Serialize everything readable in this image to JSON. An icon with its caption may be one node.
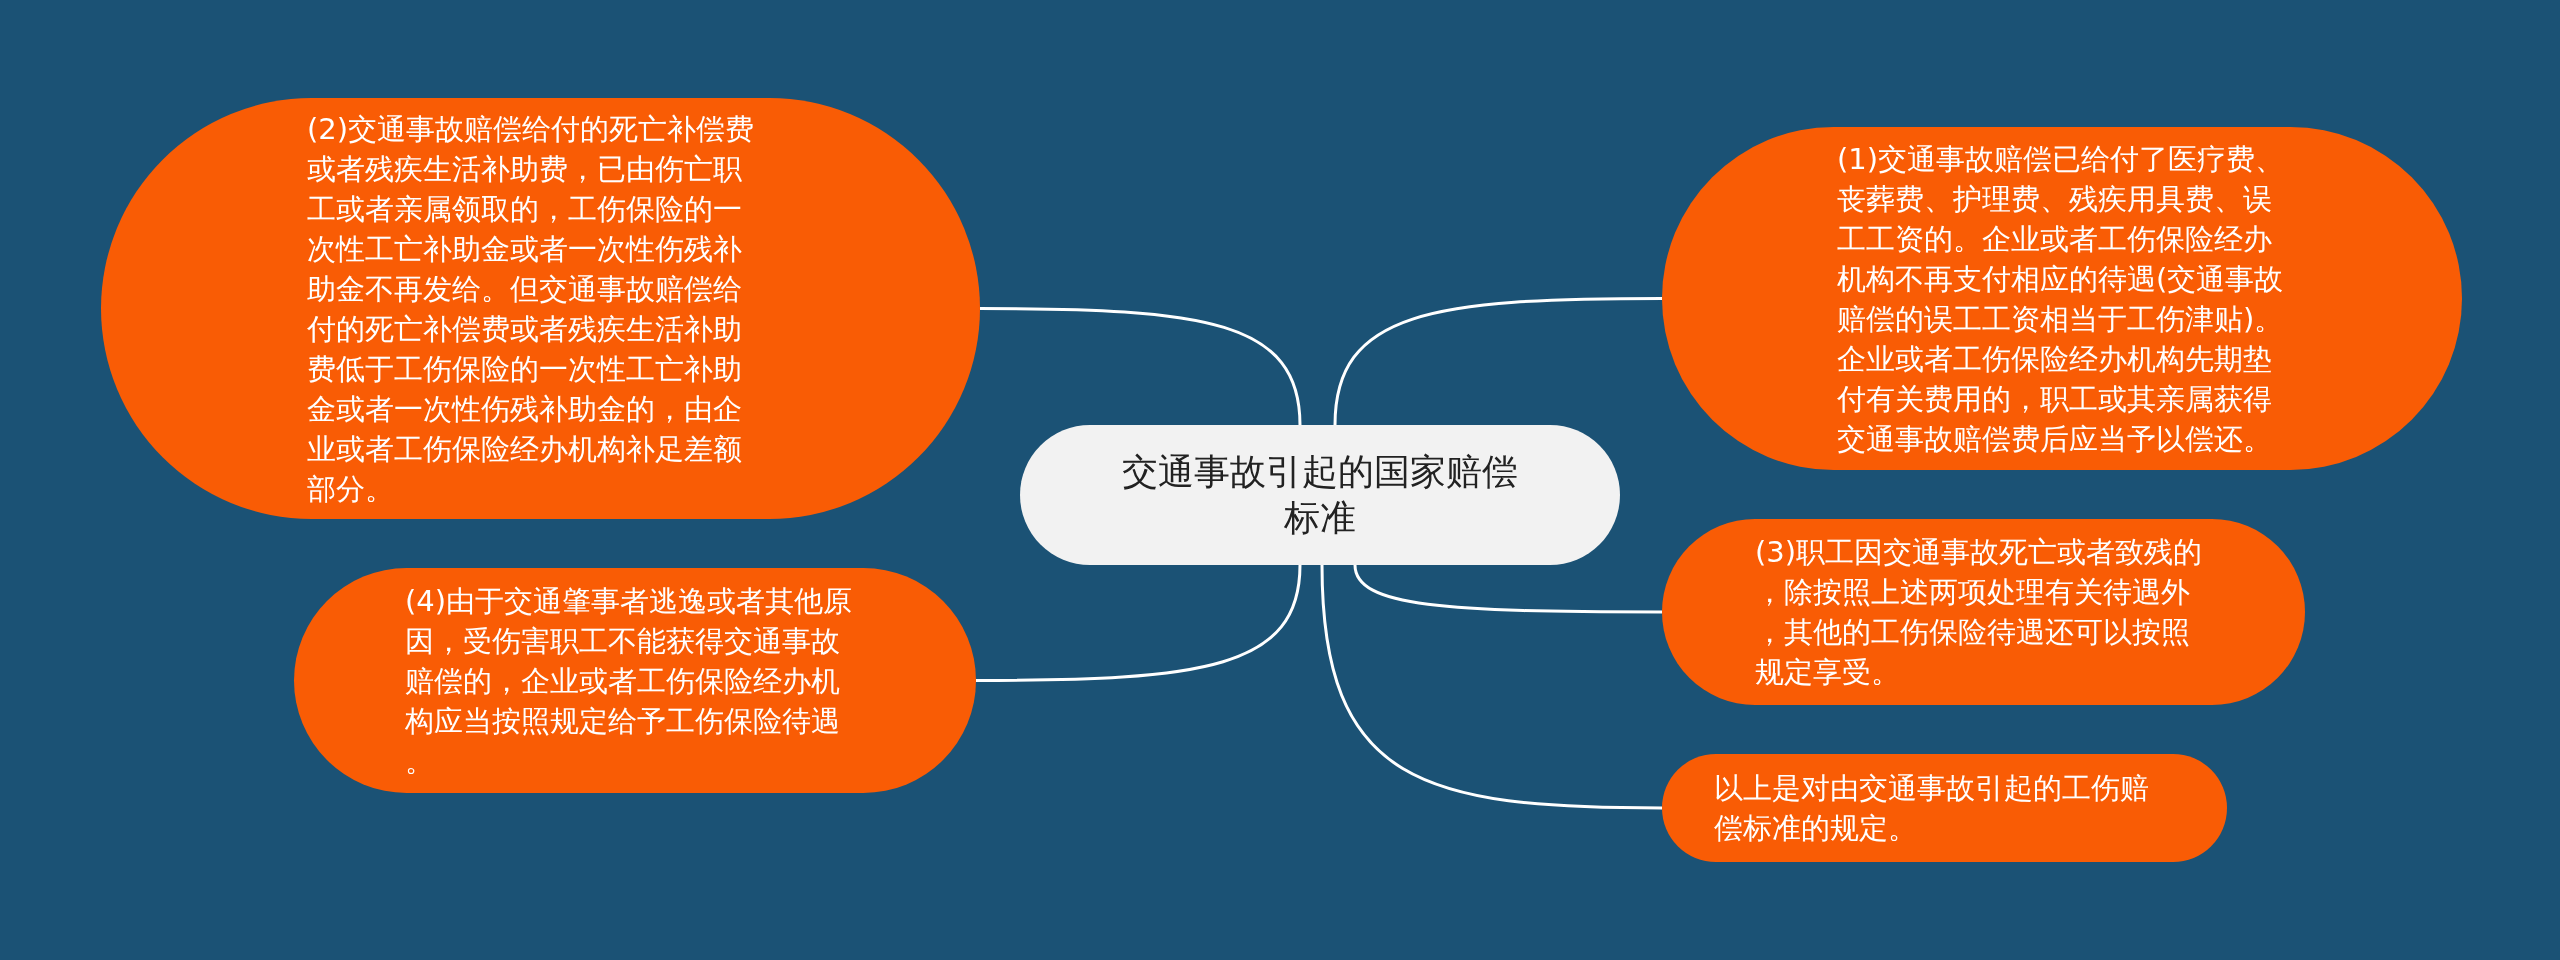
{
  "diagram": {
    "nodes": [
      {
        "text": [
          "交通事故引起的国家赔偿标准"
        ]
      },
      {
        "text": [
          "(1)交通事故赔偿已给付了医疗费、丧葬费、护理费、残疾用具费、误工工资的。企业或者工伤保险经办机构不再支付相应的待遇(交通事故赔偿的误工工资相当于工伤津贴)。企业或者工伤保险经办机构先期垫付有关费用的，职工或其亲属获得交通事故赔偿费后应当予以偿还。"
        ]
      },
      {
        "text": [
          "(2)交通事故赔偿给付的死亡补偿费或者残疾生活补助费，已由伤亡职工或者亲属领取的，工伤保险的一次性工亡补助金或者一次性伤残补助金不再发给。但交通事故赔偿给付的死亡补偿费或者残疾生活补助费低于工伤保险的一次性工亡补助金或者一次性伤残补助金的，由企业或者工伤保险经办机构补足差额部分。"
        ]
      },
      {
        "text": [
          "(3)职工因交通事故死亡或者致残的，除按照上述两项处理有关待遇外，其他的工伤保险待遇还可以按照规定享受。"
        ]
      },
      {
        "text": [
          "(4)由于交通肇事者逃逸或者其他原因，受伤害职工不能获得交通事故赔偿的，企业或者工伤保险经办机构应当按照规定给予工伤保险待遇。"
        ]
      },
      {
        "text": [
          "以上是对由交通事故引起的工伤赔偿标准的规定。"
        ]
      }
    ],
    "edges": [
      {
        "from": 0,
        "to": 1,
        "arrow": "none"
      },
      {
        "from": 0,
        "to": 2,
        "arrow": "none"
      },
      {
        "from": 0,
        "to": 3,
        "arrow": "none"
      },
      {
        "from": 0,
        "to": 4,
        "arrow": "none"
      },
      {
        "from": 0,
        "to": 5,
        "arrow": "none"
      }
    ]
  }
}
